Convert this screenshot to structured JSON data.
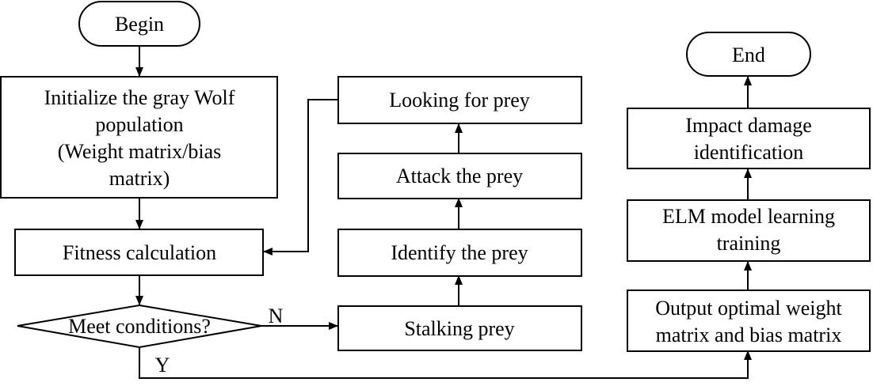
{
  "nodes": {
    "begin": "Begin",
    "init_line1": "Initialize the gray Wolf",
    "init_line2": "population",
    "init_line3": "(Weight matrix/bias",
    "init_line4": "matrix)",
    "fitness": "Fitness calculation",
    "decision": "Meet conditions?",
    "stalking": "Stalking prey",
    "identify": "Identify the prey",
    "attack": "Attack the prey",
    "looking": "Looking for prey",
    "output_line1": "Output optimal weight",
    "output_line2": "matrix and bias matrix",
    "elm_line1": "ELM model learning",
    "elm_line2": "training",
    "impact_line1": "Impact damage",
    "impact_line2": "identification",
    "end": "End"
  },
  "edges": {
    "no_label": "N",
    "yes_label": "Y"
  }
}
